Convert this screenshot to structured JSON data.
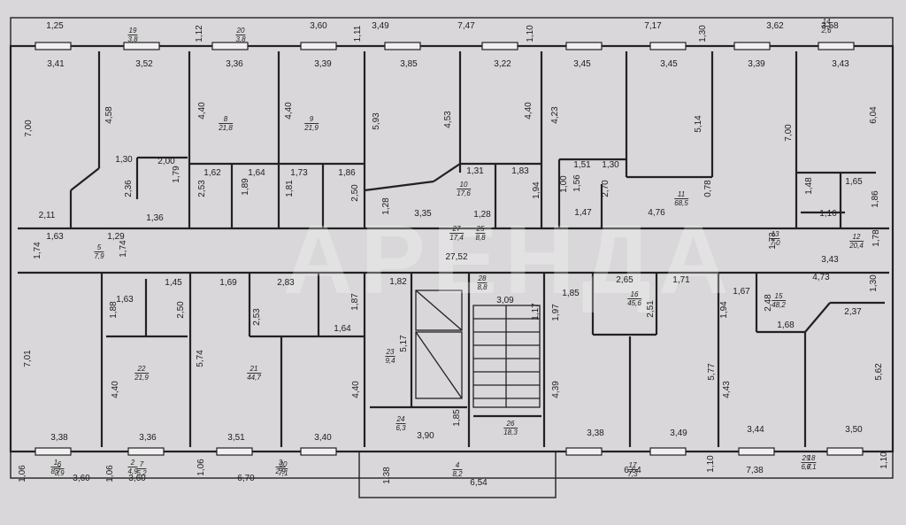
{
  "watermark": "АРЕНДА",
  "rooms": [
    {
      "n": "1",
      "a": "8,7"
    },
    {
      "n": "2",
      "a": "4,9"
    },
    {
      "n": "3",
      "a": "2,9"
    },
    {
      "n": "4",
      "a": "8,2"
    },
    {
      "n": "5",
      "a": "7,9"
    },
    {
      "n": "6",
      "a": "3,9"
    },
    {
      "n": "7",
      "a": "5,2"
    },
    {
      "n": "8",
      "a": "21,8"
    },
    {
      "n": "9",
      "a": "21,9"
    },
    {
      "n": "10",
      "a": "17,6"
    },
    {
      "n": "11",
      "a": "68,5"
    },
    {
      "n": "12",
      "a": "20,4"
    },
    {
      "n": "13",
      "a": "7,0"
    },
    {
      "n": "14",
      "a": "2,6"
    },
    {
      "n": "15",
      "a": "48,2"
    },
    {
      "n": "16",
      "a": "45,6"
    },
    {
      "n": "17",
      "a": "7,3"
    },
    {
      "n": "18",
      "a": "6,1"
    },
    {
      "n": "19",
      "a": "3,8"
    },
    {
      "n": "20",
      "a": "3,8"
    },
    {
      "n": "21",
      "a": "44,7"
    },
    {
      "n": "22",
      "a": "21,9"
    },
    {
      "n": "23",
      "a": "9,4"
    },
    {
      "n": "24",
      "a": "6,3"
    },
    {
      "n": "25",
      "a": "8,8"
    },
    {
      "n": "26",
      "a": "18,3"
    },
    {
      "n": "27",
      "a": "17,4"
    },
    {
      "n": "28",
      "a": "8,8"
    },
    {
      "n": "29",
      "a": "6,7"
    },
    {
      "n": "30",
      "a": "7,1"
    }
  ],
  "dims": [
    "1,25",
    "3,60",
    "3,49",
    "7,47",
    "7,17",
    "3,62",
    "3,58",
    "1,12",
    "1,11",
    "1,10",
    "1,30",
    "3,41",
    "3,52",
    "3,36",
    "3,39",
    "3,85",
    "3,22",
    "3,45",
    "3,45",
    "3,39",
    "3,43",
    "7,00",
    "4,58",
    "4,40",
    "4,40",
    "5,93",
    "4,53",
    "4,40",
    "4,23",
    "5,14",
    "7,00",
    "6,04",
    "1,30",
    "2,00",
    "1,79",
    "2,36",
    "1,36",
    "1,62",
    "1,64",
    "1,73",
    "1,86",
    "1,31",
    "1,83",
    "1,51",
    "1,30",
    "1,48",
    "1,65",
    "2,53",
    "1,89",
    "1,81",
    "2,50",
    "1,28",
    "3,35",
    "1,28",
    "1,94",
    "1,00",
    "1,56",
    "1,47",
    "2,70",
    "4,76",
    "0,78",
    "1,16",
    "1,86",
    "2,11",
    "1,63",
    "1,29",
    "1,74",
    "1,74",
    "27,52",
    "1,73",
    "1,78",
    "3,43",
    "1,45",
    "1,69",
    "2,83",
    "1,82",
    "3,09",
    "1,17",
    "1,85",
    "2,65",
    "1,71",
    "1,67",
    "4,73",
    "1,30",
    "1,63",
    "1,88",
    "2,50",
    "2,53",
    "1,87",
    "1,64",
    "1,97",
    "2,51",
    "1,94",
    "2,48",
    "1,68",
    "2,37",
    "7,01",
    "4,40",
    "5,74",
    "4,40",
    "5,17",
    "4,39",
    "5,77",
    "4,43",
    "5,62",
    "3,38",
    "3,36",
    "3,51",
    "3,40",
    "3,90",
    "1,85",
    "3,38",
    "3,49",
    "3,44",
    "3,50",
    "1,06",
    "3,60",
    "1,06",
    "3,60",
    "1,06",
    "6,70",
    "1,38",
    "6,54",
    "6,64",
    "1,10",
    "7,38",
    "1,10"
  ]
}
